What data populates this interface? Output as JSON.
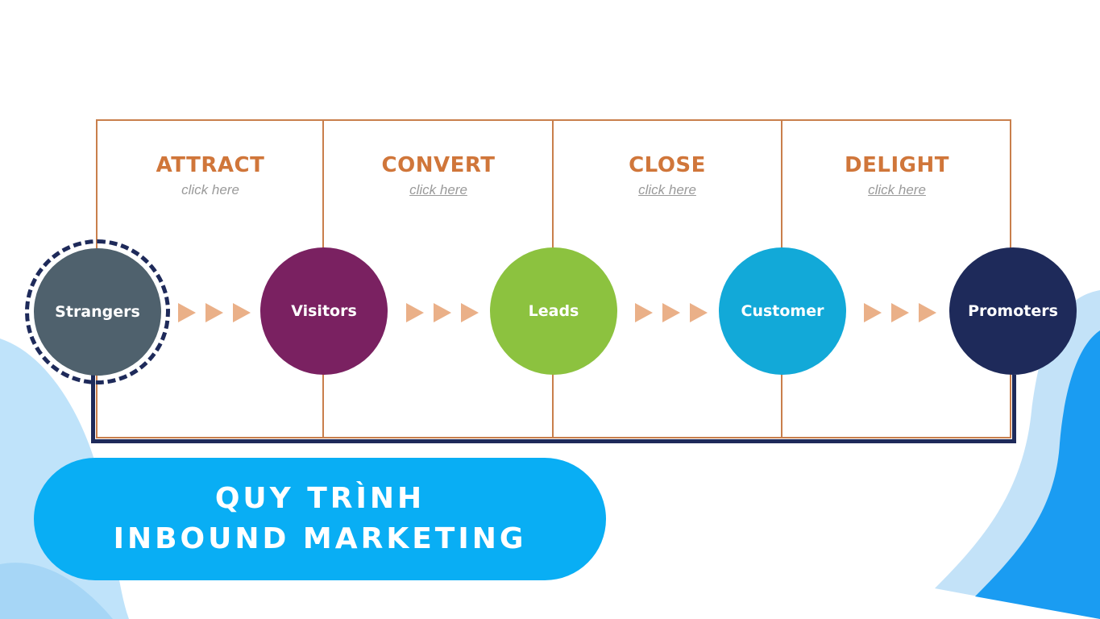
{
  "stages": [
    {
      "title": "ATTRACT",
      "link": "click here"
    },
    {
      "title": "CONVERT",
      "link": "click here"
    },
    {
      "title": "CLOSE",
      "link": "click here"
    },
    {
      "title": "DELIGHT",
      "link": "click here"
    }
  ],
  "nodes": [
    {
      "label": "Strangers",
      "color": "#4f616d"
    },
    {
      "label": "Visitors",
      "color": "#7a2161"
    },
    {
      "label": "Leads",
      "color": "#8cc23f"
    },
    {
      "label": "Customer",
      "color": "#12a9d8"
    },
    {
      "label": "Promoters",
      "color": "#1e2a5a"
    }
  ],
  "banner": {
    "line1": "QUY TRÌNH",
    "line2": "INBOUND MARKETING",
    "color": "#09aef4"
  },
  "colors": {
    "frame": "#c97f4c",
    "stage_title": "#d0763a",
    "arrow": "#eab088",
    "navy": "#1e2a5a"
  }
}
